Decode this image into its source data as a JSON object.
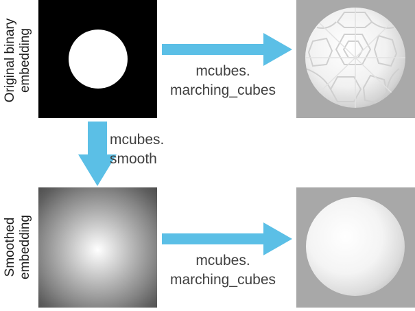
{
  "labels": {
    "original": [
      "Original binary",
      "embedding"
    ],
    "smoothed": [
      "Smoothed",
      "embedding"
    ]
  },
  "arrows": {
    "top_caption": [
      "mcubes.",
      "marching_cubes"
    ],
    "mid_caption": [
      "mcubes.",
      "smooth"
    ],
    "bottom_caption": [
      "mcubes.",
      "marching_cubes"
    ],
    "color": "#5bbfe6"
  }
}
